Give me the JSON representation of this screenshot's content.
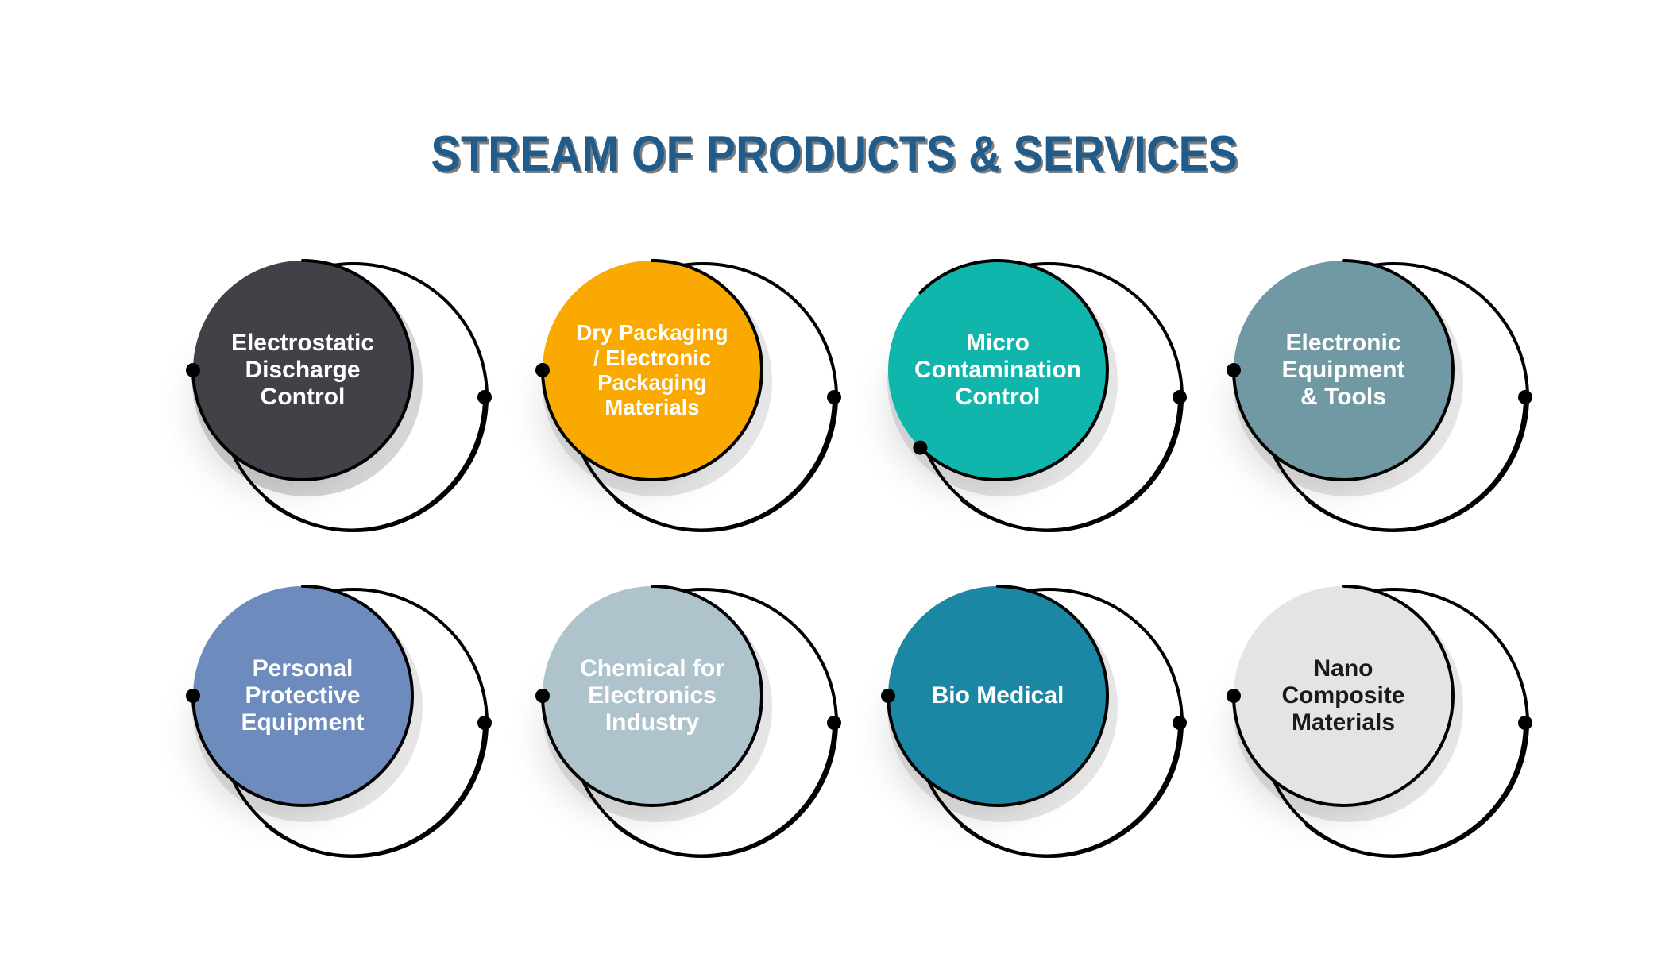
{
  "header": {
    "title": "STREAM OF PRODUCTS & SERVICES",
    "title_color": "#1f5c8b"
  },
  "diagram": {
    "type": "circle-node-infographic",
    "rows": 2,
    "columns": 4,
    "node_count": 8,
    "line_color": "#000000",
    "background": "#ffffff"
  },
  "nodes": [
    {
      "id": "electrostatic-discharge-control",
      "index": 1,
      "label": "Electrostatic Discharge Control",
      "lines": [
        "Electrostatic",
        "Discharge",
        "Control"
      ],
      "fill": "#414147",
      "text_color": "#ffffff",
      "row": 1,
      "column": 1
    },
    {
      "id": "dry-packaging-electronic-packaging-materials",
      "index": 2,
      "label": "Dry Packaging / Electronic Packaging Materials",
      "lines": [
        "Dry Packaging",
        "/ Electronic",
        "Packaging",
        "Materials"
      ],
      "fill": "#f9a900",
      "text_color": "#ffffff",
      "row": 1,
      "column": 2
    },
    {
      "id": "micro-contamination-control",
      "index": 3,
      "label": "Micro Contamination Control",
      "lines": [
        "Micro",
        "Contamination",
        "Control"
      ],
      "fill": "#10b5ac",
      "text_color": "#ffffff",
      "row": 1,
      "column": 3
    },
    {
      "id": "electronic-equipment-and-tools",
      "index": 4,
      "label": "Electronic Equipment & Tools",
      "lines": [
        "Electronic",
        "Equipment",
        "& Tools"
      ],
      "fill": "#7099a4",
      "text_color": "#ffffff",
      "row": 1,
      "column": 4
    },
    {
      "id": "personal-protective-equipment",
      "index": 5,
      "label": "Personal Protective Equipment",
      "lines": [
        "Personal",
        "Protective",
        "Equipment"
      ],
      "fill": "#6d8cbd",
      "text_color": "#ffffff",
      "row": 2,
      "column": 1
    },
    {
      "id": "chemical-for-electronics-industry",
      "index": 6,
      "label": "Chemical for Electronics Industry",
      "lines": [
        "Chemical for",
        "Electronics",
        "Industry"
      ],
      "fill": "#aec3cb",
      "text_color": "#ffffff",
      "row": 2,
      "column": 2
    },
    {
      "id": "bio-medical",
      "index": 7,
      "label": "Bio Medical",
      "lines": [
        "Bio Medical"
      ],
      "fill": "#1b87a4",
      "text_color": "#ffffff",
      "row": 2,
      "column": 3
    },
    {
      "id": "nano-composite-materials",
      "index": 8,
      "label": "Nano Composite Materials",
      "lines": [
        "Nano",
        "Composite",
        "Materials"
      ],
      "fill": "#e4e4e4",
      "text_color": "#1a1a1a",
      "row": 2,
      "column": 4
    }
  ]
}
